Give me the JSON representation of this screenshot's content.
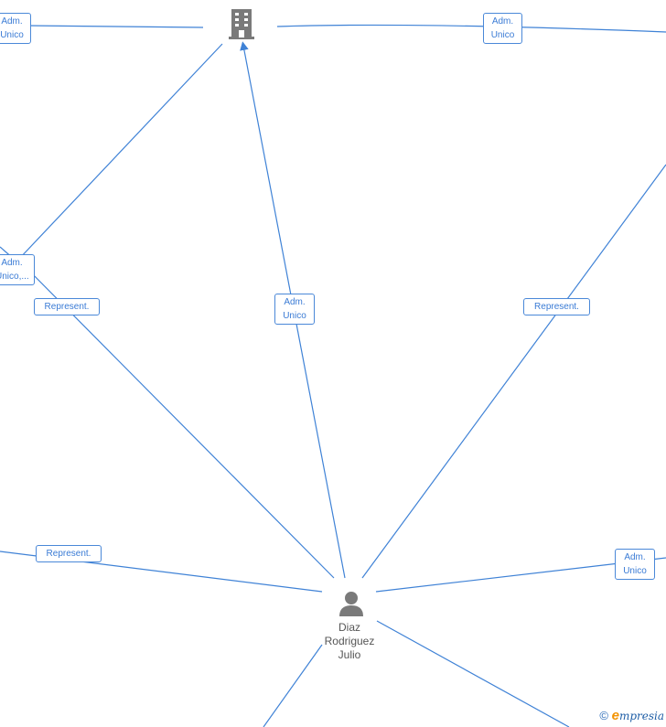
{
  "labels": {
    "adm_unico": "Adm.\nUnico",
    "adm_unico_trunc": "Adm.\nUnico,...",
    "represent": "Represent."
  },
  "person": {
    "name": "Diaz\nRodriguez\nJulio",
    "icon": "person-icon"
  },
  "company": {
    "icon": "building-icon"
  },
  "footer": {
    "copyright": "©",
    "brand_initial": "e",
    "brand_rest": "mpresia"
  },
  "colors": {
    "edge": "#3f82d6",
    "icon": "#7a7a7a",
    "label_text": "#3a7bd5"
  }
}
